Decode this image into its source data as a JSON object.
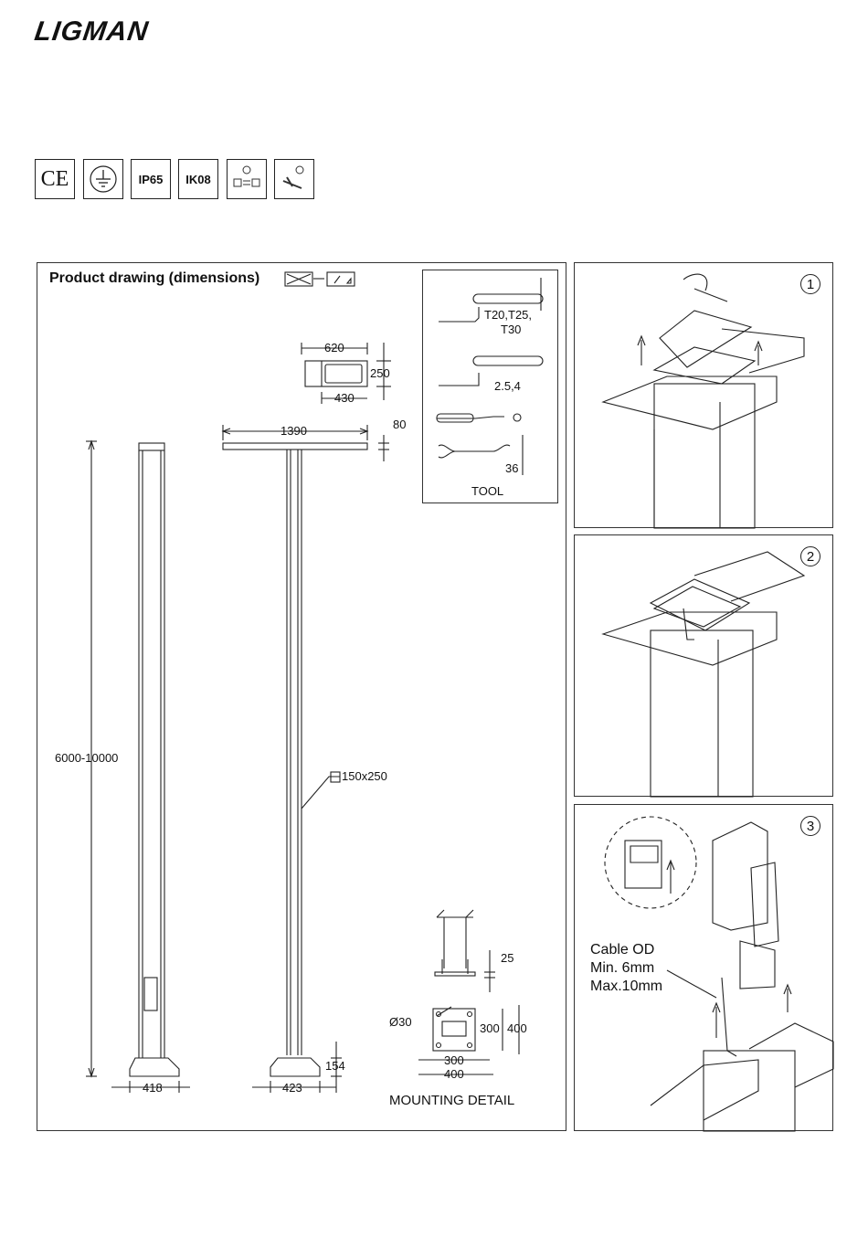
{
  "brand": {
    "logo": "LIGMAN"
  },
  "certifications": [
    "CE",
    "earth-symbol",
    "IP65",
    "IK08",
    "retrofit-symbol",
    "tool-symbol"
  ],
  "cert_labels": {
    "ip": "IP65",
    "ik": "IK08",
    "ce": "CE"
  },
  "drawing": {
    "title": "Product drawing (dimensions)",
    "dimensions": {
      "head_length": "620",
      "head_width": "250",
      "head_inner": "430",
      "arm_span": "1390",
      "arm_height": "80",
      "pole_height": "6000-10000",
      "pole_section": "150x250",
      "base_side": "418",
      "base_front": "423",
      "base_height": "154",
      "anchor_projection": "25",
      "hole_diameter": "Ø30",
      "plate_inner": "300",
      "plate_outer": "400"
    },
    "mounting_label": "MOUNTING DETAIL"
  },
  "tools": {
    "torx": "T20,T25,",
    "torx2": "T30",
    "hex": "2.5,4",
    "wrench": "36",
    "label": "TOOL"
  },
  "steps": [
    {
      "number": "1"
    },
    {
      "number": "2"
    },
    {
      "number": "3",
      "note": [
        "Cable OD",
        "Min. 6mm",
        "Max.10mm"
      ]
    }
  ]
}
